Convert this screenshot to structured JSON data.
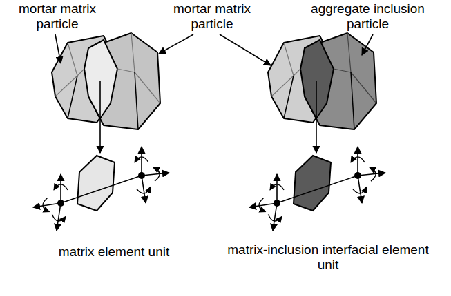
{
  "diagram": {
    "labels": [
      "mortar matrix particle",
      "mortar matrix particle",
      "aggregate inclusion particle",
      "matrix element unit",
      "matrix-inclusion interfacial element unit"
    ]
  }
}
